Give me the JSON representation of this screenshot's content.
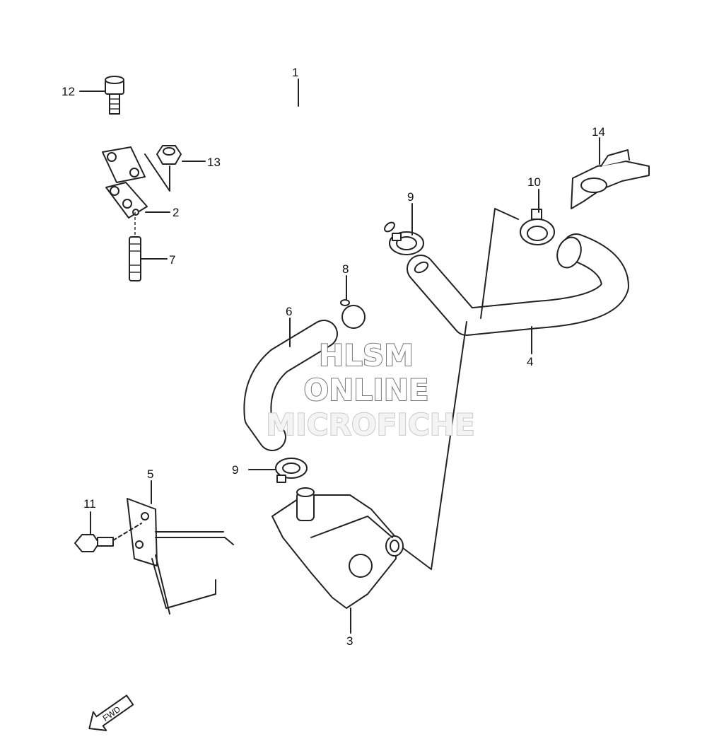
{
  "callouts": {
    "c1": "1",
    "c2": "2",
    "c3": "3",
    "c4": "4",
    "c5": "5",
    "c6": "6",
    "c7": "7",
    "c8": "8",
    "c9a": "9",
    "c9b": "9",
    "c10": "10",
    "c11": "11",
    "c12": "12",
    "c13": "13",
    "c14": "14"
  },
  "watermark": {
    "line1": "HLSM",
    "line2": "ONLINE",
    "line3": "MICROFICHE"
  },
  "fwd_arrow": {
    "label": "FWD"
  }
}
